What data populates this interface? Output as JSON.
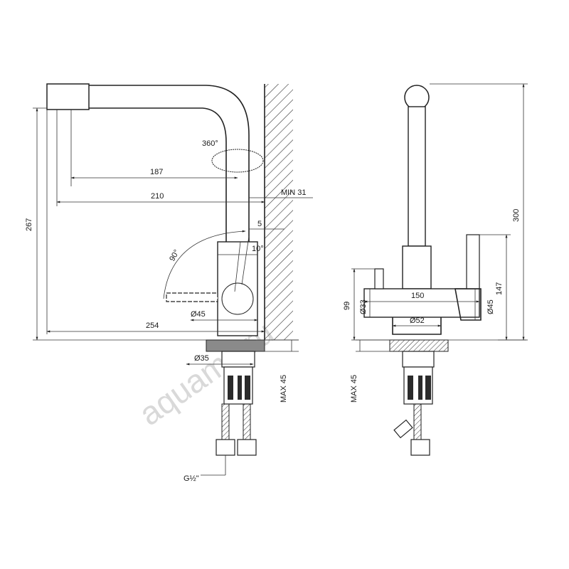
{
  "watermark": "aquamir.ru",
  "dimensions": {
    "height_267": "267",
    "reach_187": "187",
    "reach_210": "210",
    "wall_min": "MIN 31",
    "rotation": "360°",
    "handle_angle": "90°",
    "tilt_angle": "10°",
    "offset_5": "5",
    "body_d45_left": "Ø45",
    "reach_254": "254",
    "mount_d35": "Ø35",
    "max_left": "MAX 45",
    "thread": "G½\"",
    "height_300": "300",
    "width_150": "150",
    "height_99": "99",
    "d33": "Ø33",
    "d45_right": "Ø45",
    "height_147": "147",
    "d52": "Ø52",
    "max_right": "MAX 45"
  }
}
